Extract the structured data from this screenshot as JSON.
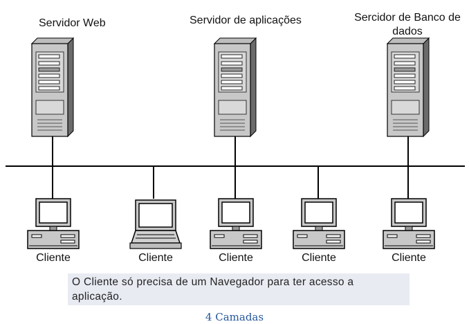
{
  "servers": [
    {
      "name": "Servidor Web"
    },
    {
      "name": "Servidor de aplicações"
    },
    {
      "name": "Sercidor de Banco de dados"
    }
  ],
  "clients": [
    {
      "label": "Cliente",
      "type": "desktop"
    },
    {
      "label": "Cliente",
      "type": "laptop"
    },
    {
      "label": "Cliente",
      "type": "desktop"
    },
    {
      "label": "Cliente",
      "type": "desktop"
    },
    {
      "label": "Cliente",
      "type": "desktop"
    }
  ],
  "note": "O Cliente só precisa de um Navegador para ter acesso a aplicação.",
  "caption": "4 Camadas",
  "colors": {
    "caption": "#25579b",
    "note_bg": "#e9ebf3",
    "line": "#000000"
  }
}
